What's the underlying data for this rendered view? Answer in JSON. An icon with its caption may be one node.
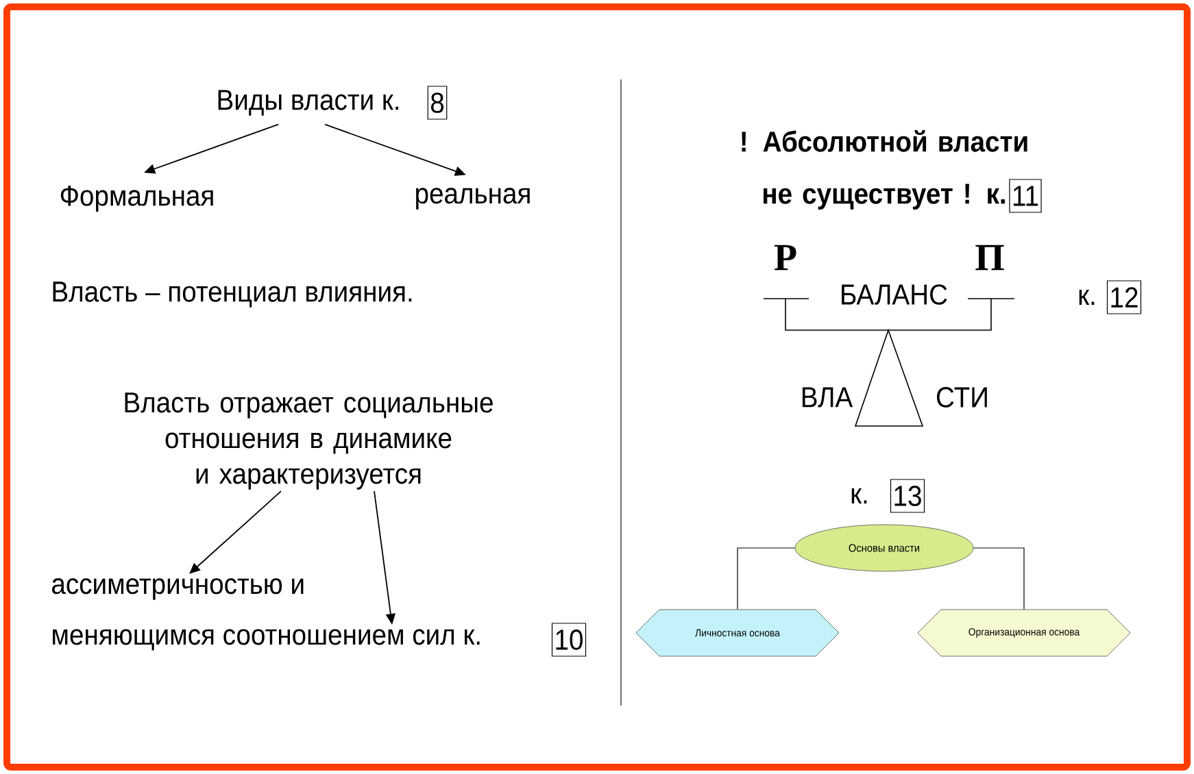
{
  "diagram": {
    "nodes": [
      {
        "text": [
          "Виды власти к."
        ]
      },
      {
        "text": [
          "Формальная"
        ]
      },
      {
        "text": [
          "реальная"
        ]
      },
      {
        "text": [
          "Власть отражает социальные отношения в динамике и характеризуется"
        ]
      },
      {
        "text": [
          "ассиметричностью и"
        ]
      },
      {
        "text": [
          "меняющимся соотношением сил к."
        ]
      },
      {
        "text": [
          "Основы власти"
        ]
      },
      {
        "text": [
          "Личностная основа"
        ]
      },
      {
        "text": [
          "Организационная основа"
        ]
      }
    ],
    "edges": [
      {
        "from": 0,
        "to": 1,
        "arrow": "to"
      },
      {
        "from": 0,
        "to": 2,
        "arrow": "to"
      },
      {
        "from": 3,
        "to": 4,
        "arrow": "to"
      },
      {
        "from": 3,
        "to": 5,
        "arrow": "to"
      },
      {
        "from": 6,
        "to": 7,
        "arrow": "none"
      },
      {
        "from": 6,
        "to": 8,
        "arrow": "none"
      }
    ],
    "labels": [
      "8",
      "Власть – потенциал влияния.",
      "10",
      "! Абсолютной власти не существует ! к.",
      "11",
      "Р",
      "БАЛАНС",
      "П",
      "к.",
      "12",
      "ВЛА",
      "СТИ",
      "к.",
      "13"
    ]
  }
}
